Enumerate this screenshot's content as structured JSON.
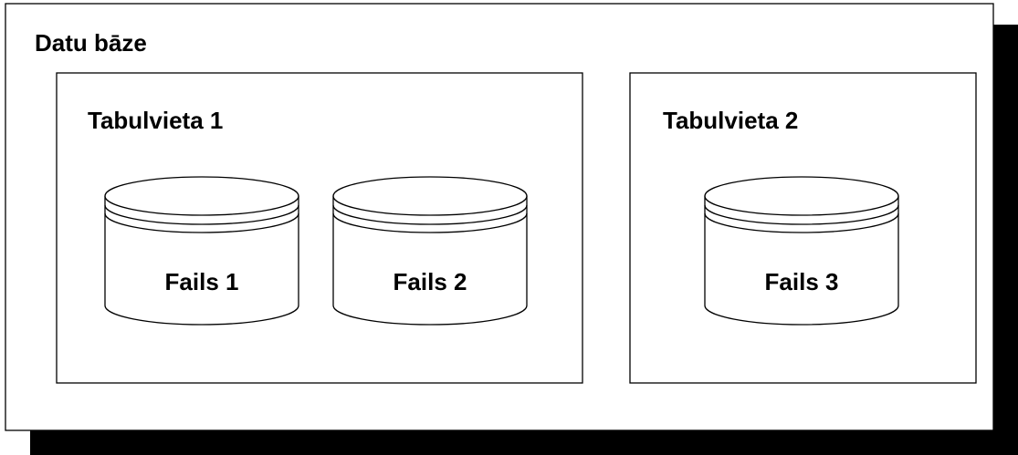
{
  "database": {
    "label": "Datu bāze"
  },
  "tablespaces": [
    {
      "label": "Tabulvieta 1",
      "files": [
        {
          "label": "Fails 1"
        },
        {
          "label": "Fails 2"
        }
      ]
    },
    {
      "label": "Tabulvieta 2",
      "files": [
        {
          "label": "Fails 3"
        }
      ]
    }
  ]
}
